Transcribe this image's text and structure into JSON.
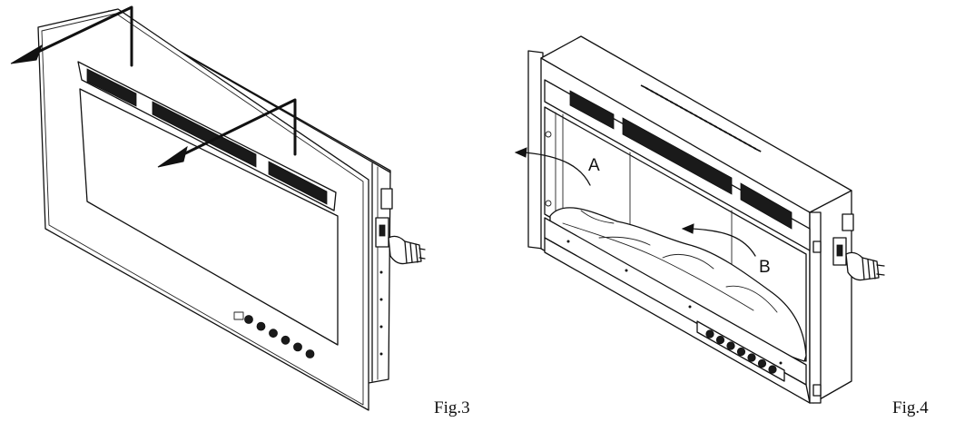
{
  "figures": [
    {
      "id": "fig3",
      "caption": "Fig.3"
    },
    {
      "id": "fig4",
      "caption": "Fig.4",
      "labels": {
        "a": "A",
        "b": "B"
      }
    }
  ]
}
